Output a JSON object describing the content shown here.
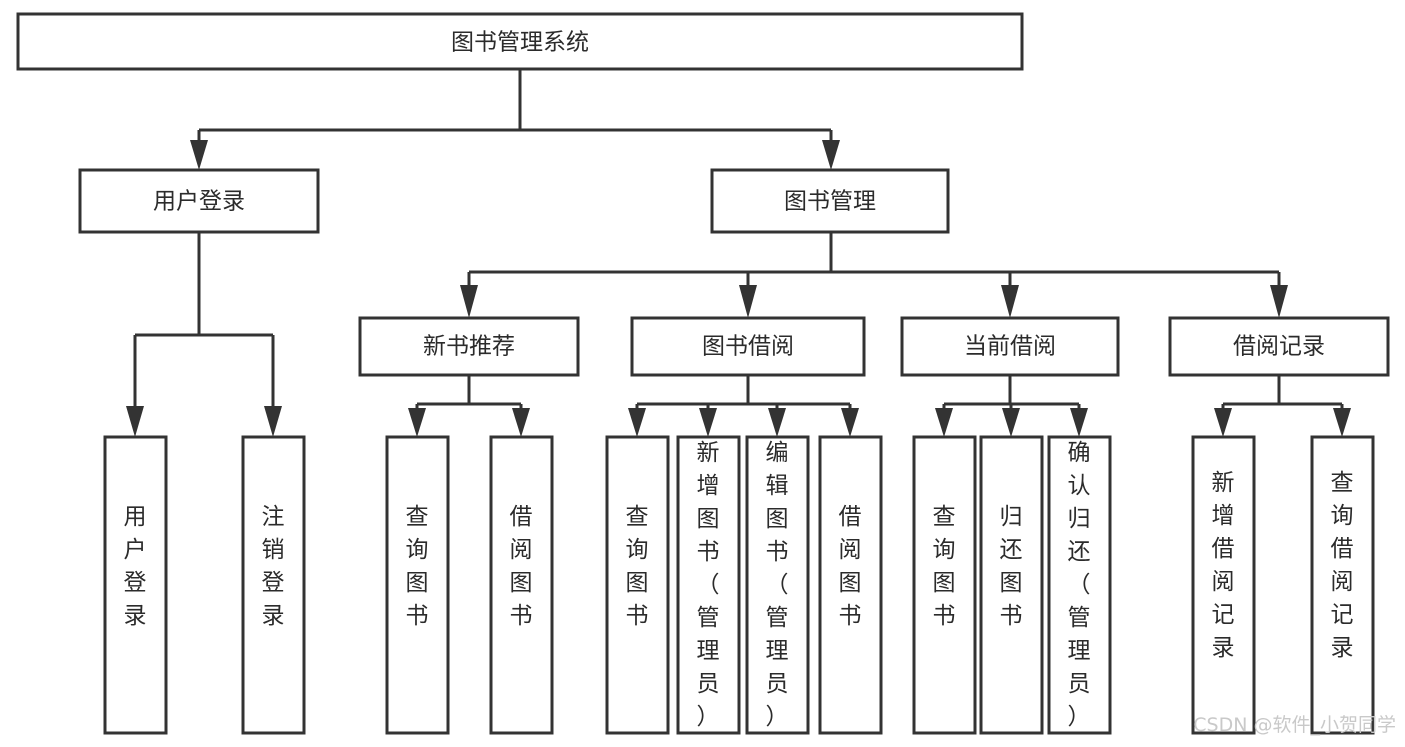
{
  "diagram": {
    "title": "图书管理系统",
    "type": "tree-hierarchy",
    "root": {
      "id": "root",
      "label": "图书管理系统"
    },
    "level1": [
      {
        "id": "user-login",
        "label": "用户登录"
      },
      {
        "id": "book-management",
        "label": "图书管理"
      }
    ],
    "level2": [
      {
        "id": "new-book-recommend",
        "label": "新书推荐",
        "parent": "book-management"
      },
      {
        "id": "book-borrow",
        "label": "图书借阅",
        "parent": "book-management"
      },
      {
        "id": "current-borrow",
        "label": "当前借阅",
        "parent": "book-management"
      },
      {
        "id": "borrow-record",
        "label": "借阅记录",
        "parent": "book-management"
      }
    ],
    "leaves": [
      {
        "id": "leaf-user-login",
        "label": "用户登录",
        "parent": "user-login"
      },
      {
        "id": "leaf-logout-login",
        "label": "注销登录",
        "parent": "user-login"
      },
      {
        "id": "leaf-query-book-1",
        "label": "查询图书",
        "parent": "new-book-recommend"
      },
      {
        "id": "leaf-borrow-book-1",
        "label": "借阅图书",
        "parent": "new-book-recommend"
      },
      {
        "id": "leaf-query-book-2",
        "label": "查询图书",
        "parent": "book-borrow"
      },
      {
        "id": "leaf-add-book",
        "label": "新增图书（管理员）",
        "parent": "book-borrow"
      },
      {
        "id": "leaf-edit-book",
        "label": "编辑图书（管理员）",
        "parent": "book-borrow"
      },
      {
        "id": "leaf-borrow-book-2",
        "label": "借阅图书",
        "parent": "book-borrow"
      },
      {
        "id": "leaf-query-book-3",
        "label": "查询图书",
        "parent": "current-borrow"
      },
      {
        "id": "leaf-return-book",
        "label": "归还图书",
        "parent": "current-borrow"
      },
      {
        "id": "leaf-confirm-return",
        "label": "确认归还（管理员）",
        "parent": "current-borrow"
      },
      {
        "id": "leaf-add-record",
        "label": "新增借阅记录",
        "parent": "borrow-record"
      },
      {
        "id": "leaf-query-record",
        "label": "查询借阅记录",
        "parent": "borrow-record"
      }
    ],
    "watermark": "CSDN @软件_小贺同学",
    "colors": {
      "stroke": "#333333",
      "fill": "#ffffff",
      "text": "#2b2b2b",
      "watermark": "#c9c9c9"
    }
  }
}
